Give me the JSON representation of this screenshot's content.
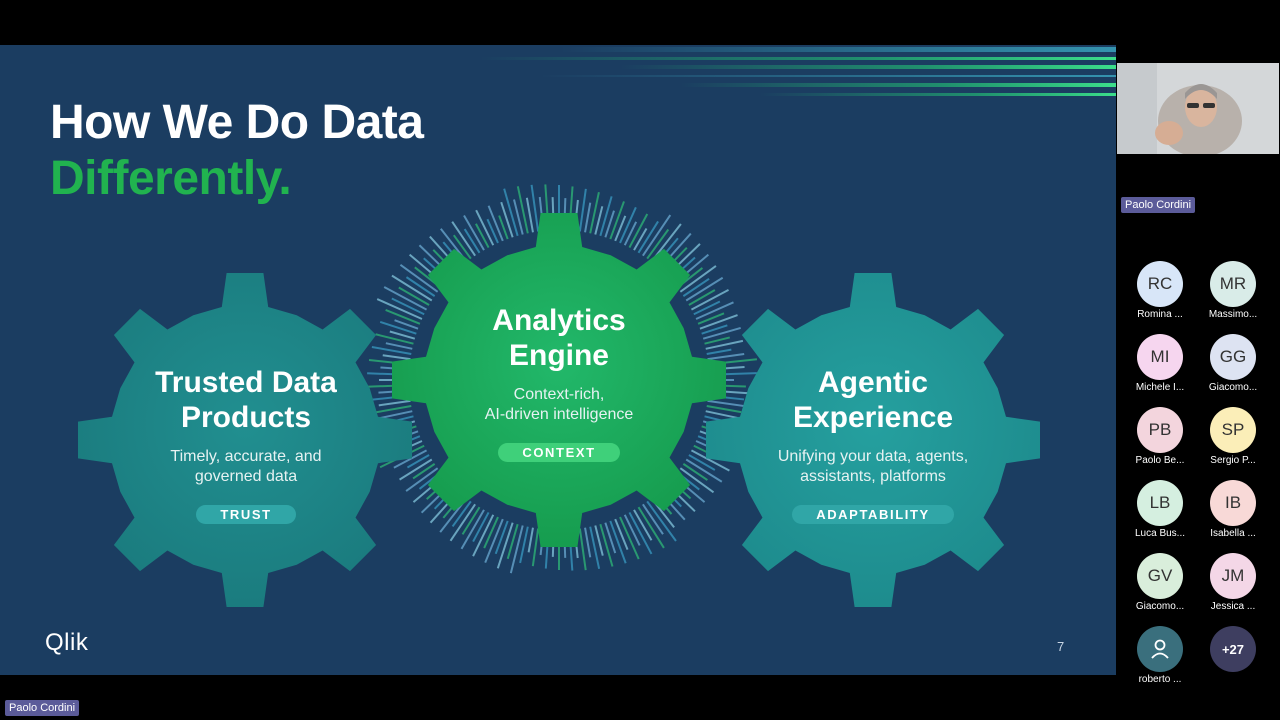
{
  "slide": {
    "title_line1": "How We Do Data",
    "title_line2": "Differently.",
    "page_number": "7",
    "logo": "Qlik",
    "gears": [
      {
        "title_line1": "Trusted Data",
        "title_line2": "Products",
        "desc_line1": "Timely, accurate, and",
        "desc_line2": "governed data",
        "tag": "TRUST"
      },
      {
        "title_line1": "Analytics",
        "title_line2": "Engine",
        "desc_line1": "Context-rich,",
        "desc_line2": "AI-driven intelligence",
        "tag": "CONTEXT"
      },
      {
        "title_line1": "Agentic",
        "title_line2": "Experience",
        "desc_line1": "Unifying your data, agents,",
        "desc_line2": "assistants, platforms",
        "tag": "ADAPTABILITY"
      }
    ],
    "colors": {
      "background": "#1b3d61",
      "accent_green": "#21b34f",
      "gear_teal": "#1e8c8e",
      "gear_green": "#1fb05a"
    }
  },
  "presenter": {
    "name": "Paolo Cordini"
  },
  "participants": [
    {
      "initials": "RC",
      "name": "Romina ...",
      "color": "#d8e6f8"
    },
    {
      "initials": "MR",
      "name": "Massimo...",
      "color": "#d9ece8"
    },
    {
      "initials": "MI",
      "name": "Michele I...",
      "color": "#f6d6ef"
    },
    {
      "initials": "GG",
      "name": "Giacomo...",
      "color": "#dde3f2"
    },
    {
      "initials": "PB",
      "name": "Paolo Be...",
      "color": "#f3d5dd"
    },
    {
      "initials": "SP",
      "name": "Sergio P...",
      "color": "#fbeeb8"
    },
    {
      "initials": "LB",
      "name": "Luca Bus...",
      "color": "#d5efe0"
    },
    {
      "initials": "IB",
      "name": "Isabella ...",
      "color": "#f8d9d7"
    },
    {
      "initials": "GV",
      "name": "Giacomo...",
      "color": "#d9eedb"
    },
    {
      "initials": "JM",
      "name": "Jessica ...",
      "color": "#f4d7e7"
    },
    {
      "initials": "",
      "name": "roberto ...",
      "color": "#3a6f7d",
      "icon": "person-icon"
    },
    {
      "initials": "+27",
      "name": "",
      "color": "#3e3e60"
    }
  ]
}
